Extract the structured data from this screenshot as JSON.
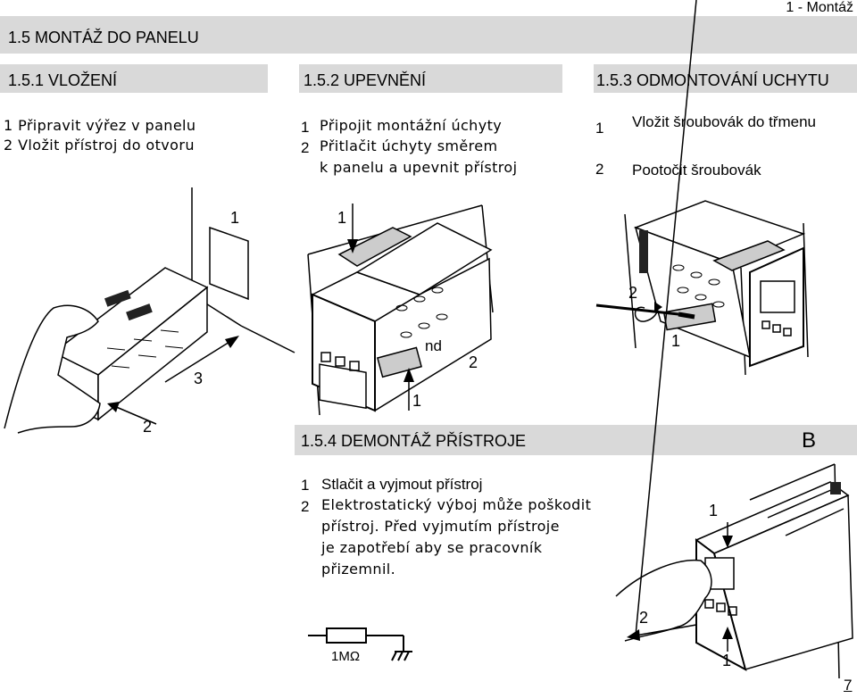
{
  "header": {
    "chapter": "1 - Montáž"
  },
  "section_main": {
    "title": "1.5  MONTÁŽ DO PANELU"
  },
  "s151": {
    "title": "1.5.1  VLOŽENÍ",
    "steps": [
      "1  Připravit výřez v panelu",
      "2  Vložit přístroj do otvoru"
    ]
  },
  "s152": {
    "title": "1.5.2     UPEVNĚNÍ",
    "steps": [
      {
        "num": "1",
        "text": "Připojit montážní úchyty"
      },
      {
        "num": "2",
        "text": "Přitlačit úchyty směrem"
      },
      {
        "num": "",
        "text": "k panelu a upevnit přístroj"
      }
    ]
  },
  "s153": {
    "title": "1.5.3  ODMONTOVÁNÍ UCHYTU",
    "steps": [
      {
        "num": "1",
        "text": "Vložit šroubovák do třmenu"
      },
      {
        "num": "2",
        "text": "Pootočit šroubovák"
      }
    ]
  },
  "s154": {
    "title": "1.5.4  DEMONTÁŽ PŘÍSTROJE",
    "steps": [
      {
        "num": "1",
        "text": "Stlačit a vyjmout přístroj"
      },
      {
        "num": "2",
        "text": "Elektrostatický výboj může poškodit"
      },
      {
        "num": "",
        "text": "přístroj. Před vyjmutím přístroje"
      },
      {
        "num": "",
        "text": "je zapotřebí aby se pracovník"
      },
      {
        "num": "",
        "text": "přizemnil."
      }
    ],
    "resistor_label": "1MΩ"
  },
  "figures": {
    "fig1": {
      "label_cutout": "1",
      "label_arrow": "3",
      "label_hand": "2"
    },
    "fig2": {
      "label_top": "1",
      "label_bottom": "1",
      "label_side": "2",
      "partial_text": "nd"
    },
    "fig3": {
      "label_rotate": "2",
      "label_insert": "1"
    },
    "figB": {
      "letter": "B",
      "label_top": "1",
      "label_arrow": "2",
      "label_bottom": "1"
    }
  },
  "footer": {
    "page": "7"
  }
}
